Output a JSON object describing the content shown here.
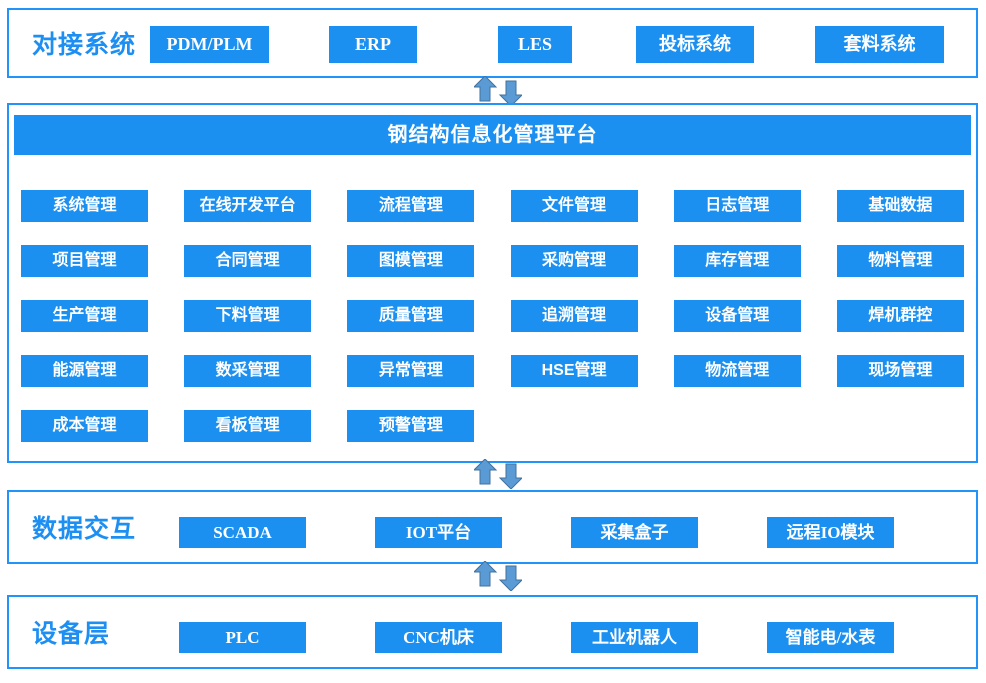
{
  "colors": {
    "box_blue": "#1b90f0",
    "border_blue": "#2293f8",
    "label_blue": "#1e8ff2",
    "arrow_fill": "#5b9bd5",
    "arrow_stroke": "#41719c",
    "box_text": "#ffffff"
  },
  "integration": {
    "label": "对接系统",
    "systems": [
      "PDM/PLM",
      "ERP",
      "LES",
      "投标系统",
      "套料系统"
    ]
  },
  "platform": {
    "title": "钢结构信息化管理平台",
    "modules": [
      "系统管理",
      "在线开发平台",
      "流程管理",
      "文件管理",
      "日志管理",
      "基础数据",
      "项目管理",
      "合同管理",
      "图模管理",
      "采购管理",
      "库存管理",
      "物料管理",
      "生产管理",
      "下料管理",
      "质量管理",
      "追溯管理",
      "设备管理",
      "焊机群控",
      "能源管理",
      "数采管理",
      "异常管理",
      "HSE管理",
      "物流管理",
      "现场管理",
      "成本管理",
      "看板管理",
      "预警管理"
    ]
  },
  "data_exchange": {
    "label": "数据交互",
    "systems": [
      "SCADA",
      "IOT平台",
      "采集盒子",
      "远程IO模块"
    ]
  },
  "device_layer": {
    "label": "设备层",
    "systems": [
      "PLC",
      "CNC机床",
      "工业机器人",
      "智能电/水表"
    ]
  }
}
